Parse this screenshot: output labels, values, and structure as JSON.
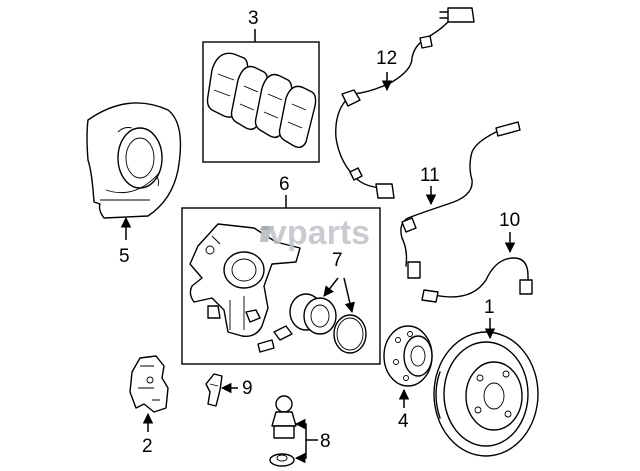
{
  "watermark": "vparts",
  "callouts": {
    "c1": "1",
    "c2": "2",
    "c3": "3",
    "c4": "4",
    "c5": "5",
    "c6": "6",
    "c7": "7",
    "c8": "8",
    "c9": "9",
    "c10": "10",
    "c11": "11",
    "c12": "12"
  },
  "icons": {
    "arrowhead": "filled-triangle",
    "brand_logo": "vparts-wordmark"
  },
  "colors": {
    "line": "#000000",
    "background": "#ffffff",
    "watermark": "#bfc3c7"
  }
}
